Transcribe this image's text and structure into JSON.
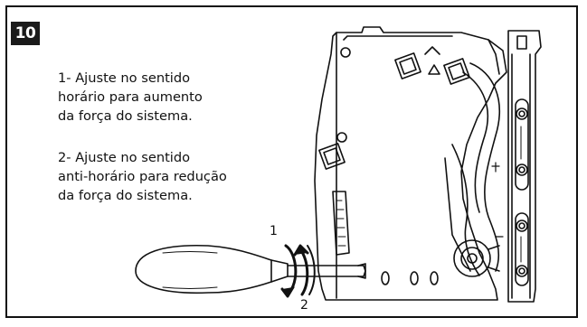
{
  "step": {
    "number": "10"
  },
  "instructions": [
    {
      "text": "1- Ajuste no sentido\nhorário para aumento\nda força do sistema."
    },
    {
      "text": "2- Ajuste no sentido\nanti-horário para redução\nda força do sistema."
    }
  ],
  "labels": {
    "clockwise": "1",
    "counterclockwise": "2"
  },
  "colors": {
    "line": "#111111",
    "badge": "#1a1a1a",
    "background": "#ffffff"
  }
}
